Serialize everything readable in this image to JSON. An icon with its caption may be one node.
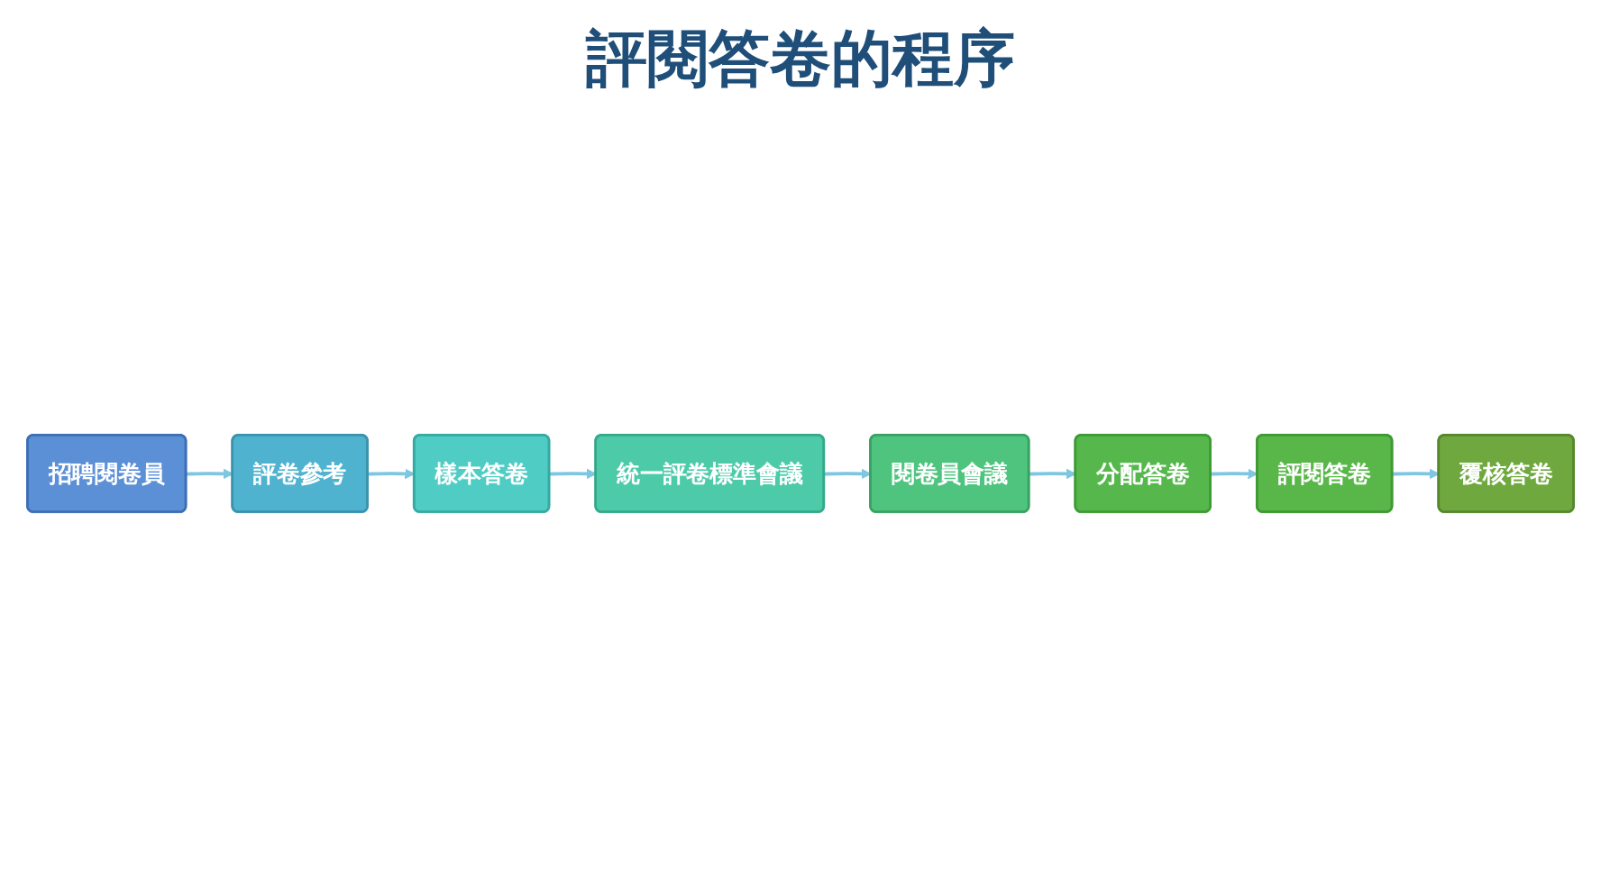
{
  "diagram": {
    "title": "評閱答卷的程序",
    "nodes": [
      {
        "text": [
          "招聘閱卷員"
        ]
      },
      {
        "text": [
          "評卷參考"
        ]
      },
      {
        "text": [
          "樣本答卷"
        ]
      },
      {
        "text": [
          "統一評卷標準會議"
        ]
      },
      {
        "text": [
          "閱卷員會議"
        ]
      },
      {
        "text": [
          "分配答卷"
        ]
      },
      {
        "text": [
          "評閱答卷"
        ]
      },
      {
        "text": [
          "覆核答卷"
        ]
      }
    ],
    "edges": [
      {
        "from": 0,
        "to": 1,
        "arrow": "to"
      },
      {
        "from": 1,
        "to": 2,
        "arrow": "to"
      },
      {
        "from": 2,
        "to": 3,
        "arrow": "to"
      },
      {
        "from": 3,
        "to": 4,
        "arrow": "to"
      },
      {
        "from": 4,
        "to": 5,
        "arrow": "to"
      },
      {
        "from": 5,
        "to": 6,
        "arrow": "to"
      },
      {
        "from": 6,
        "to": 7,
        "arrow": "to"
      }
    ]
  }
}
